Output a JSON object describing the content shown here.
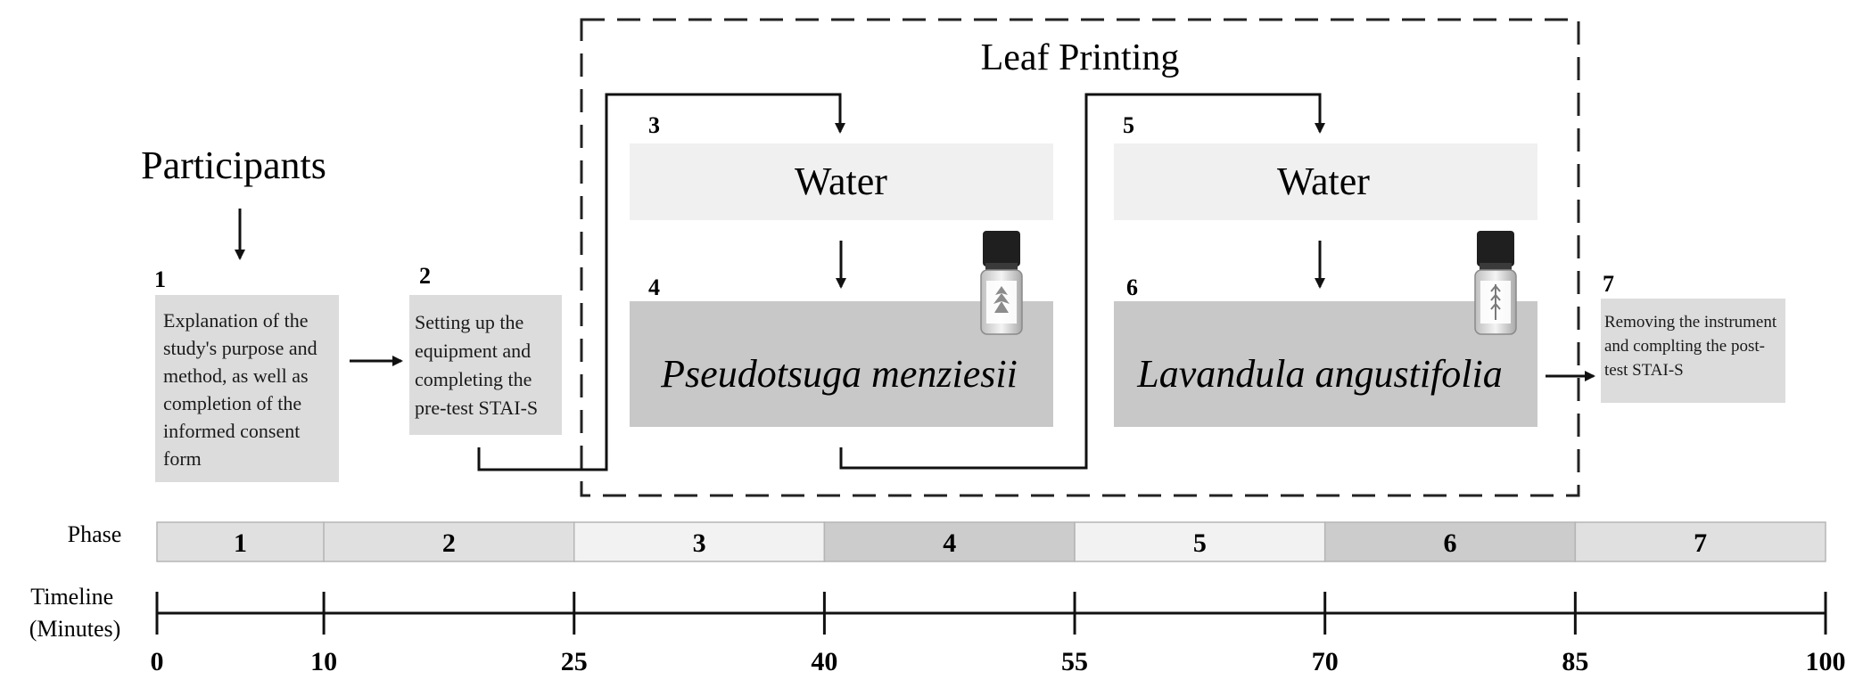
{
  "participants_label": "Participants",
  "leaf_printing_label": "Leaf Printing",
  "steps": [
    {
      "number": "1",
      "text": "Explanation of the study's purpose and method, as well as completion of the informed consent form"
    },
    {
      "number": "2",
      "text": "Setting up the equipment and completing the pre-test STAI-S"
    },
    {
      "number": "3",
      "text": "Water"
    },
    {
      "number": "4",
      "text": "Pseudotsuga menziesii"
    },
    {
      "number": "5",
      "text": "Water"
    },
    {
      "number": "6",
      "text": "Lavandula angustifolia"
    },
    {
      "number": "7",
      "text": "Removing the instrument and complting the post-test STAI-S"
    }
  ],
  "phase_label": "Phase",
  "phases": [
    "1",
    "2",
    "3",
    "4",
    "5",
    "6",
    "7"
  ],
  "timeline_label": [
    "Timeline",
    "(Minutes)"
  ],
  "timeline_ticks": [
    0,
    10,
    25,
    40,
    55,
    70,
    85,
    100
  ],
  "colors": {
    "light_box": "#dcdcdc",
    "water_box": "#f0f0f0",
    "oil_box": "#c8c8c8",
    "phase_light": "#e0e0e0",
    "phase_pale": "#f2f2f2",
    "phase_dark": "#cccccc"
  },
  "icons": [
    "essential-oil-bottle-icon",
    "essential-oil-bottle-icon"
  ]
}
